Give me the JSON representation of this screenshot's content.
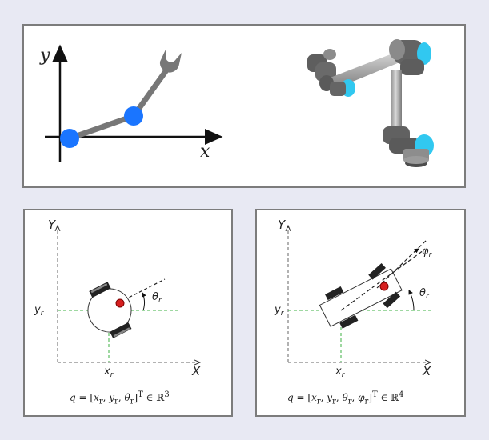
{
  "arm_diagram": {
    "x_axis_label": "x",
    "y_axis_label": "y",
    "joint_color": "#1a75ff",
    "link_color": "#777777"
  },
  "diff_drive_panel": {
    "x_axis_label": "X",
    "y_axis_label": "Y",
    "x_pos_label": "x",
    "x_pos_sub": "r",
    "y_pos_label": "y",
    "y_pos_sub": "r",
    "angle_label": "θ",
    "angle_sub": "r",
    "equation": "q = [x_r, y_r, θ_r]^T ∈ ℝ^3"
  },
  "car_panel": {
    "x_axis_label": "X",
    "y_axis_label": "Y",
    "x_pos_label": "x",
    "x_pos_sub": "r",
    "y_pos_label": "y",
    "y_pos_sub": "r",
    "heading_label": "θ",
    "heading_sub": "r",
    "steer_label": "φ",
    "steer_sub": "r",
    "equation": "q = [x_r, y_r, θ_r, φ_r]^T ∈ ℝ^4"
  },
  "colors": {
    "center_point": "#d61f1f",
    "guide_line": "#3cb043",
    "robot_accent": "#31c8f0"
  }
}
